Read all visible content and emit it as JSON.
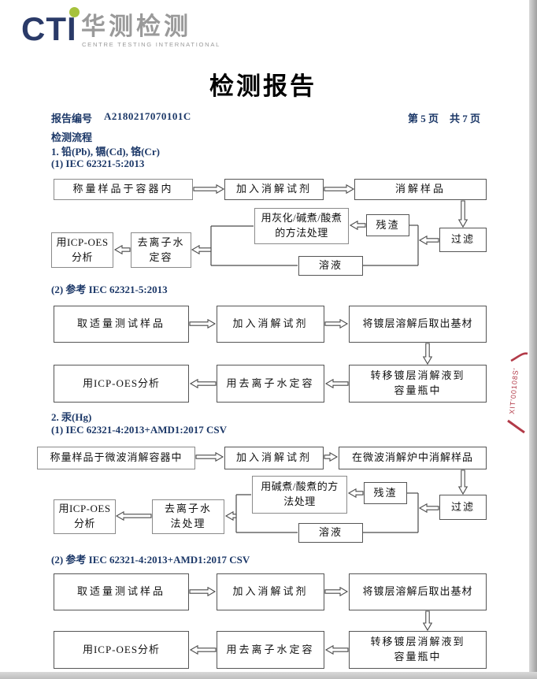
{
  "meta": {
    "accent_navy": "#1c3868",
    "logo_navy": "#2a3a68",
    "logo_green": "#a6c23c",
    "logo_gray": "#9a9a9a",
    "stamp_red": "#b23a48"
  },
  "header": {
    "logo_text": "CTI",
    "logo_cn": "华测检测",
    "logo_en": "CENTRE TESTING INTERNATIONAL",
    "title": "检测报告",
    "report_no_label": "报告编号",
    "report_no": "A2180217070101C",
    "page_current": "第 5 页",
    "page_total": "共 7 页"
  },
  "sections": {
    "flow_title": "检测流程",
    "s1_title": "1. 铅(Pb), 镉(Cd), 铬(Cr)",
    "s1_method1": "(1) IEC 62321-5:2013",
    "s1_method2": "(2) 参考 IEC 62321-5:2013",
    "s2_title": "2. 汞(Hg)",
    "s2_method1": "(1) IEC 62321-4:2013+AMD1:2017 CSV",
    "s2_method2": "(2) 参考 IEC 62321-4:2013+AMD1:2017 CSV"
  },
  "flow_a": {
    "weigh": "称量样品于容器内",
    "add_reagent": "加入消解试剂",
    "digest": "消解样品",
    "filter": "过滤",
    "residue": "残渣",
    "treat1": "用灰化/碱煮/酸煮",
    "treat2": "的方法处理",
    "solution": "溶液",
    "dilute1": "去离子水",
    "dilute2": "定容",
    "analyze1": "用ICP-OES",
    "analyze2": "分析"
  },
  "flow_b": {
    "sample": "取适量测试样品",
    "add_reagent": "加入消解试剂",
    "dissolve": "将镀层溶解后取出基材",
    "transfer1": "转移镀层消解液到",
    "transfer2": "容量瓶中",
    "dilute": "用去离子水定容",
    "analyze": "用ICP-OES分析"
  },
  "flow_c": {
    "weigh": "称量样品于微波消解容器中",
    "add_reagent": "加入消解试剂",
    "digest": "在微波消解炉中消解样品",
    "filter": "过滤",
    "residue": "残渣",
    "treat1": "用碱煮/酸煮的方",
    "treat2": "法处理",
    "solution": "溶液",
    "dilute1": "去离子水",
    "dilute2": "法处理",
    "analyze1": "用ICP-OES",
    "analyze2": "分析"
  },
  "flow_d": {
    "sample": "取适量测试样品",
    "add_reagent": "加入消解试剂",
    "dissolve": "将镀层溶解后取出基材",
    "transfer1": "转移镀层消解液到",
    "transfer2": "容量瓶中",
    "dilute": "用去离子水定容",
    "analyze": "用ICP-OES分析"
  },
  "stamp": {
    "text": "XIT'00108S'"
  }
}
